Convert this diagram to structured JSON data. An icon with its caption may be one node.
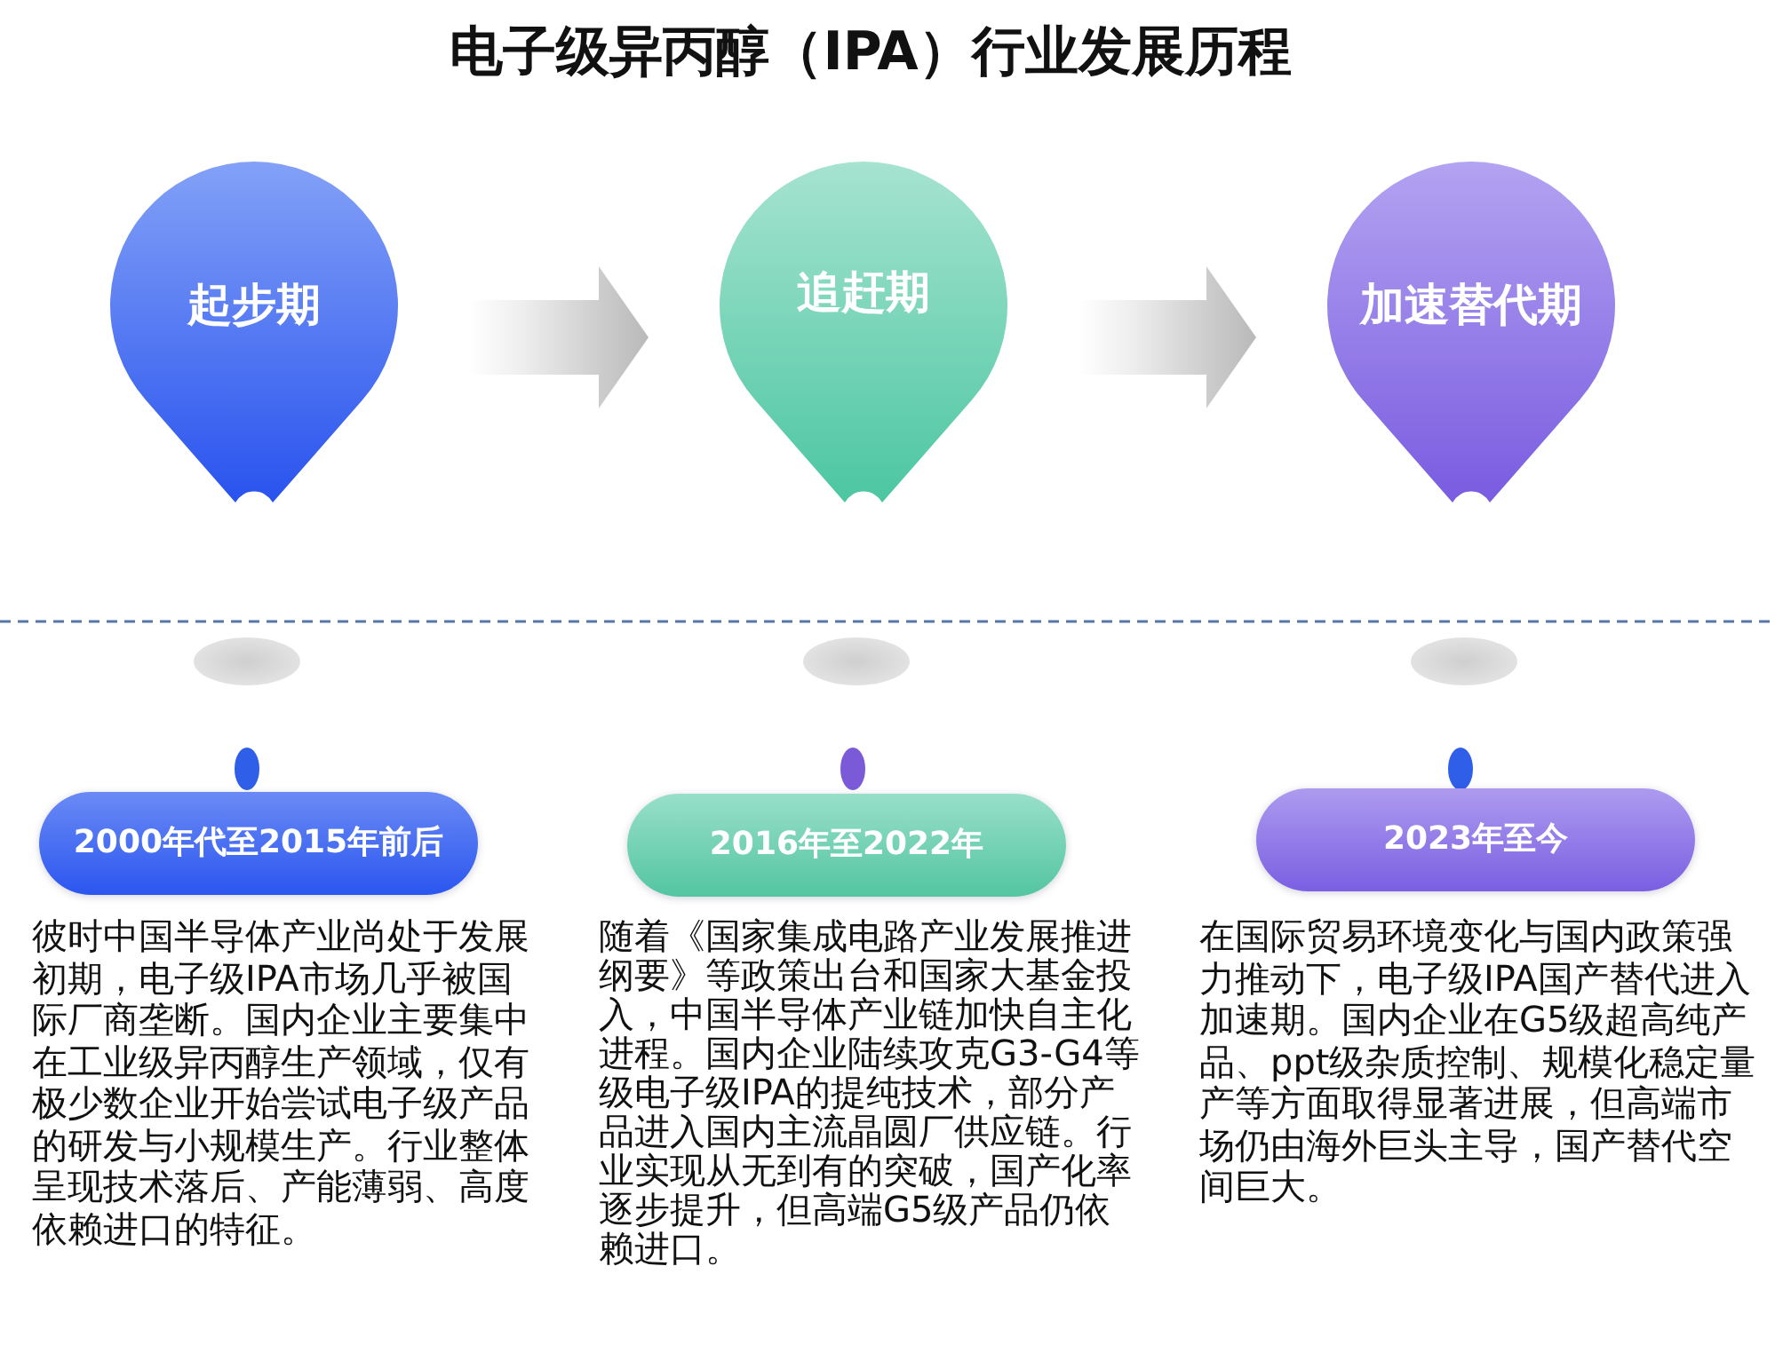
{
  "diagram": {
    "title": "电子级异丙醇（IPA）行业发展历程",
    "nodes": [
      {
        "text": [
          "起步期"
        ]
      },
      {
        "text": [
          "追赶期"
        ]
      },
      {
        "text": [
          "加速替代期"
        ]
      },
      {
        "text": [
          "2000年代至2015年前后"
        ],
        "beside": [
          "彼时中国半导体产业尚处于发展初期，电子级IPA市场几乎被国际厂商垄断。国内企业主要集中在工业级异丙醇生产领域，仅有极少数企业开始尝试电子级产品的研发与小规模生产。行业整体呈现技术落后、产能薄弱、高度依赖进口的特征。"
        ]
      },
      {
        "text": [
          "2016年至2022年"
        ],
        "beside": [
          "随着《国家集成电路产业发展推进纲要》等政策出台和国家大基金投入，中国半导体产业链加快自主化进程。国内企业陆续攻克G3-G4等级电子级IPA的提纯技术，部分产品进入国内主流晶圆厂供应链。行业实现从无到有的突破，国产化率逐步提升，但高端G5级产品仍依赖进口。"
        ]
      },
      {
        "text": [
          "2023年至今"
        ],
        "beside": [
          "在国际贸易环境变化与国内政策强力推动下，电子级IPA国产替代进入加速期。国内企业在G5级超高纯产品、ppt级杂质控制、规模化稳定量产等方面取得显著进展，但高端市场仍由海外巨头主导，国产替代空间巨大。"
        ]
      }
    ],
    "edges": [
      {
        "from": 0,
        "to": 1,
        "arrow": "to"
      },
      {
        "from": 1,
        "to": 2,
        "arrow": "to"
      }
    ]
  }
}
